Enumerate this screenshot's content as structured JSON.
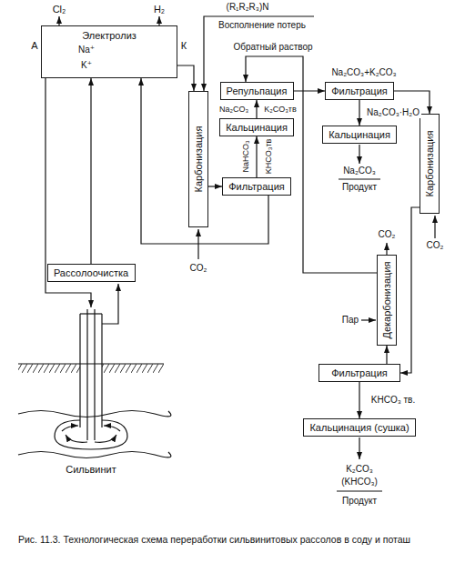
{
  "diagram": {
    "caption": "Рис. 11.3. Технологическая схема переработки сильвинитовых рассолов в соду и поташ",
    "nodes": [
      {
        "text": [
          "Электролиз"
        ]
      },
      {
        "text": [
          "Репульпация"
        ]
      },
      {
        "text": [
          "Фильтрация"
        ]
      },
      {
        "text": [
          "Кальцинация"
        ]
      },
      {
        "text": [
          "Карбонизация"
        ]
      },
      {
        "text": [
          "Фильтрация"
        ]
      },
      {
        "text": [
          "Кальцинация"
        ]
      },
      {
        "text": [
          "Карбонизация"
        ]
      },
      {
        "text": [
          "Декарбонизация"
        ]
      },
      {
        "text": [
          "Рассолоочистка"
        ]
      },
      {
        "text": [
          "Фильтрация"
        ]
      },
      {
        "text": [
          "Кальцинация (сушка)"
        ]
      }
    ],
    "edges": [
      {
        "from": 0,
        "to": 4,
        "arrow": "to"
      },
      {
        "from": 4,
        "to": 5,
        "arrow": "to"
      },
      {
        "from": 5,
        "to": 3,
        "arrow": "to"
      },
      {
        "from": 3,
        "to": 1,
        "arrow": "to"
      },
      {
        "from": 1,
        "to": 2,
        "arrow": "to"
      },
      {
        "from": 2,
        "to": 6,
        "label": "Na₂CO₃·H₂O",
        "arrow": "to"
      },
      {
        "from": 2,
        "to": 7,
        "label": "Na₂CO₃+K₂CO₃",
        "arrow": "to"
      },
      {
        "from": 7,
        "to": 10,
        "arrow": "to"
      },
      {
        "from": 10,
        "to": 8,
        "arrow": "to"
      },
      {
        "from": 10,
        "to": 11,
        "label": "KHCO₃ тв.",
        "arrow": "to"
      },
      {
        "from": 8,
        "to": 1,
        "label": "Обратный раствор",
        "arrow": "to"
      },
      {
        "from": 9,
        "to": 0,
        "arrow": "to"
      },
      {
        "from": 5,
        "to": 0,
        "arrow": "to"
      }
    ],
    "labels": [
      "Cl₂",
      "H₂",
      "(R₁R₂R₃)N",
      "Восполнение потерь",
      "А",
      "К",
      "Na⁺",
      "K⁺",
      "Na₂CO₃",
      "K₂CO₃тв",
      "NaHCO₃",
      "KHCO₃тв",
      "CO₂",
      "Na₂CO₃",
      "Продукт",
      "CO₂",
      "CO₂",
      "Пар",
      "K₂CO₃",
      "(KHCO₃)",
      "Продукт",
      "Сильвинит"
    ]
  }
}
